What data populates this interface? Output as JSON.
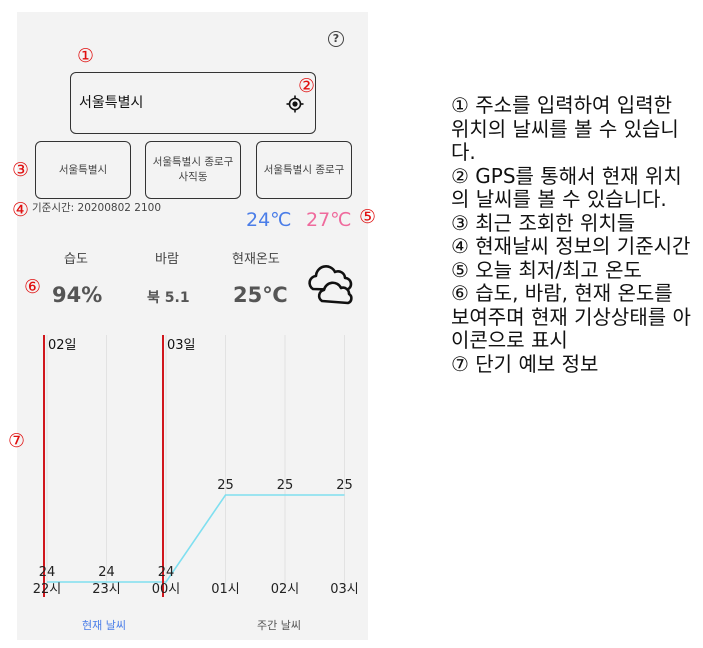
{
  "markers": [
    "①",
    "②",
    "③",
    "④",
    "⑤",
    "⑥",
    "⑦"
  ],
  "help_icon": "help-icon",
  "address": {
    "value": "서울특별시",
    "gps_icon": "gps-icon"
  },
  "recent_locations": [
    "서울특별시",
    "서울특별시 종로구 사직동",
    "서울특별시 종로구"
  ],
  "recent_first": "서울특별시",
  "recent_second_line1": "서울특별시 종로구",
  "recent_second_line2": "사직동",
  "recent_third": "서울특별시 종로구",
  "base_time": "기준시간: 20200802 2100",
  "temp_min": "24℃",
  "temp_max": "27℃",
  "temp_min_color": "#4a7de8",
  "temp_max_color": "#ef6a9c",
  "labels": {
    "humidity": "습도",
    "wind": "바람",
    "current_temp": "현재온도"
  },
  "values": {
    "humidity": "94%",
    "wind": "북 5.1",
    "current_temp": "25℃"
  },
  "weather_icon": "cloudy-icon",
  "chart_data": {
    "type": "line",
    "x": [
      "22시",
      "23시",
      "00시",
      "01시",
      "02시",
      "03시"
    ],
    "series": [
      {
        "values": [
          24,
          24,
          24,
          25,
          25,
          25
        ]
      }
    ],
    "day_labels": [
      "02일",
      "03일"
    ],
    "day_positions": [
      "22시",
      "00시"
    ],
    "line_color": "#7fdff0",
    "day_line_color": "#d0161c"
  },
  "tabs": {
    "current": "현재 날씨",
    "weekly": "주간 날씨",
    "active_color": "#4a7de8"
  },
  "notes": [
    "① 주소를 입력하여 입력한 위치의 날씨를 볼 수 있습니다.",
    "② GPS를 통해서 현재 위치의 날씨를 볼 수 있습니다.",
    "③ 최근 조회한 위치들",
    "④ 현재날씨 정보의 기준시간",
    "⑤ 오늘 최저/최고 온도",
    "⑥ 습도, 바람, 현재 온도를 보여주며 현재 기상상태를 아이콘으로 표시",
    "⑦ 단기 예보 정보"
  ]
}
